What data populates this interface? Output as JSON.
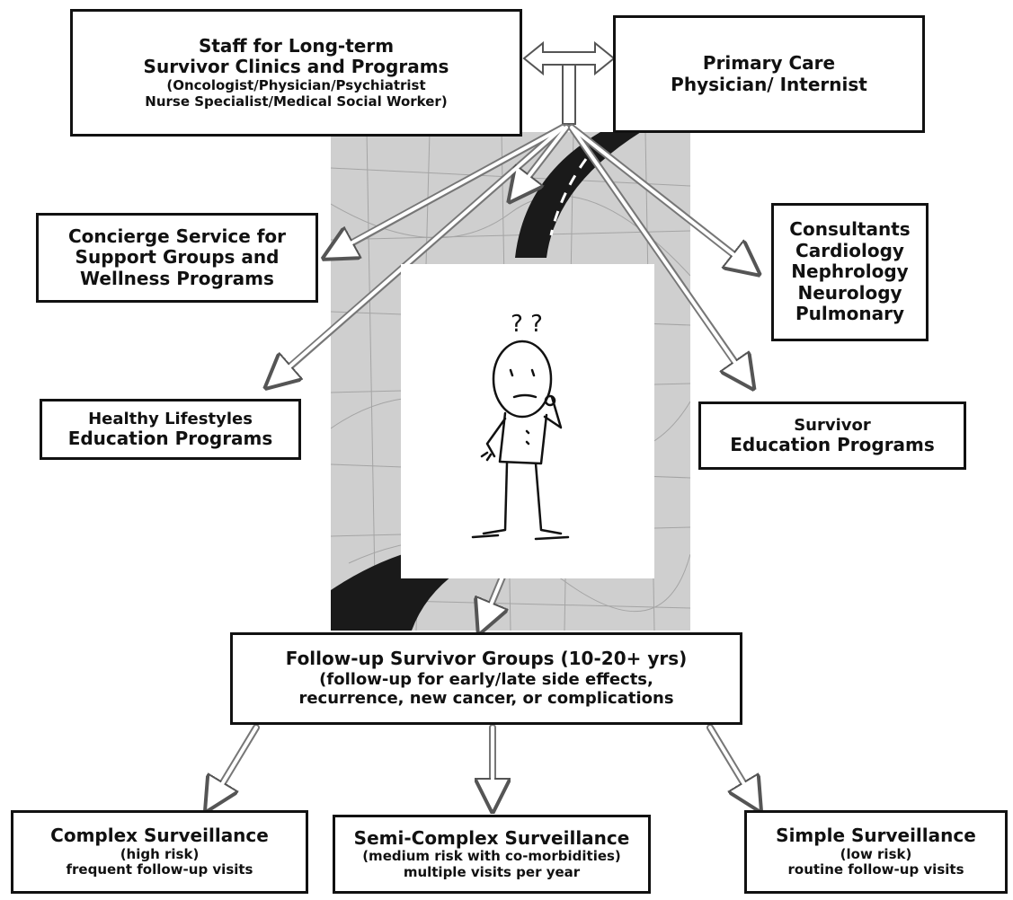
{
  "boxes": {
    "staff": {
      "lines": [
        "Staff for Long-term",
        "Survivor Clinics and Programs",
        "(Oncologist/Physician/Psychiatrist",
        "Nurse Specialist/Medical Social Worker)"
      ]
    },
    "primary_care": {
      "lines": [
        "Primary Care",
        "Physician/ Internist"
      ]
    },
    "concierge": {
      "lines": [
        "Concierge Service for",
        "Support Groups and",
        "Wellness Programs"
      ]
    },
    "consultants": {
      "lines": [
        "Consultants",
        "Cardiology",
        "Nephrology",
        "Neurology",
        "Pulmonary"
      ]
    },
    "healthy_lifestyles": {
      "lines": [
        "Healthy Lifestyles",
        "Education Programs"
      ]
    },
    "survivor_education": {
      "lines": [
        "Survivor",
        "Education Programs"
      ]
    },
    "follow_up": {
      "lines": [
        "Follow-up Survivor Groups (10-20+ yrs)",
        "(follow-up for early/late side effects,",
        "recurrence, new cancer, or complications"
      ]
    },
    "complex": {
      "lines": [
        "Complex Surveillance",
        "(high risk)",
        "frequent follow-up visits"
      ]
    },
    "semi_complex": {
      "lines": [
        "Semi-Complex Surveillance",
        "(medium risk with co-morbidities)",
        "multiple visits per year"
      ]
    },
    "simple": {
      "lines": [
        "Simple Surveillance",
        "(low risk)",
        "routine follow-up visits"
      ]
    }
  },
  "figure": {
    "question_marks": "? ?"
  },
  "colors": {
    "ink": "#111111",
    "map": "#cfcfcf",
    "road": "#1a1a1a",
    "box_bg": "#ffffff"
  }
}
